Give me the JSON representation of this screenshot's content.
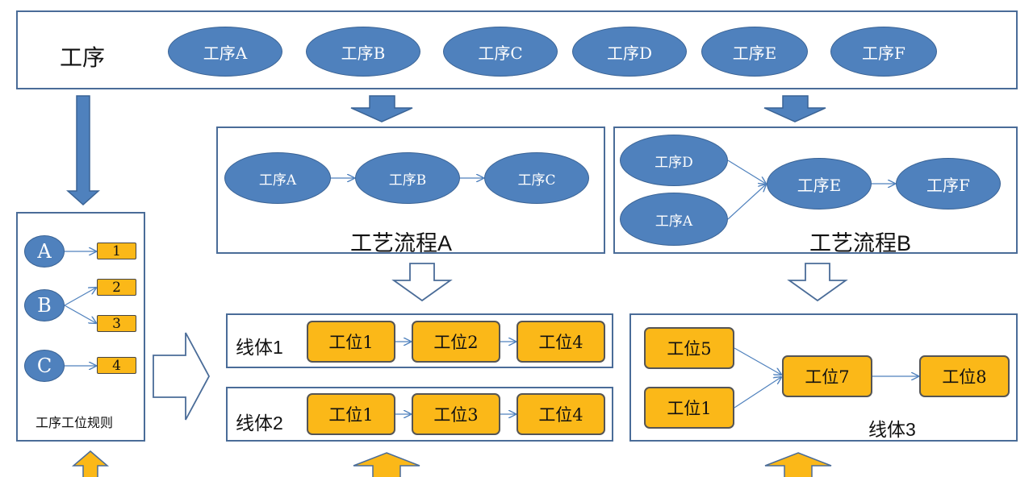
{
  "top": {
    "label": "工序",
    "processes": [
      "工序A",
      "工序B",
      "工序C",
      "工序D",
      "工序E",
      "工序F"
    ]
  },
  "flow_a": {
    "title": "工艺流程A",
    "nodes": [
      "工序A",
      "工序B",
      "工序C"
    ]
  },
  "flow_b": {
    "title": "工艺流程B",
    "nodes": [
      "工序D",
      "工序A",
      "工序E",
      "工序F"
    ]
  },
  "rules": {
    "title": "工序工位规则",
    "processes": [
      "A",
      "B",
      "C"
    ],
    "stations": [
      "1",
      "2",
      "3",
      "4"
    ]
  },
  "line1": {
    "label": "线体1",
    "stations": [
      "工位1",
      "工位2",
      "工位4"
    ]
  },
  "line2": {
    "label": "线体2",
    "stations": [
      "工位1",
      "工位3",
      "工位4"
    ]
  },
  "line3": {
    "label": "线体3",
    "stations": [
      "工位5",
      "工位1",
      "工位7",
      "工位8"
    ]
  },
  "colors": {
    "process_fill": "#4f81bd",
    "station_fill": "#fbb818",
    "solid_arrow": "#4f81bd",
    "up_arrow": "#fbb818",
    "border": "#4a6c98"
  }
}
